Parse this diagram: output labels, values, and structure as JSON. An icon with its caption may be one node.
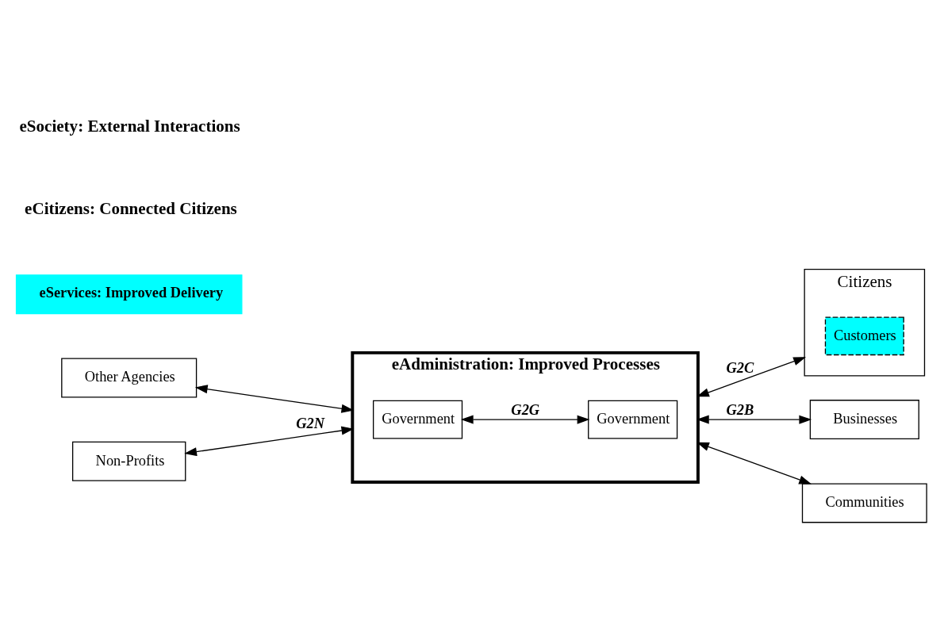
{
  "diagram": {
    "nodes": [
      {
        "text": [
          "Other Agencies"
        ]
      },
      {
        "text": [
          "eAdministration: Improved Processes"
        ]
      },
      {
        "text": [
          "Government"
        ],
        "in": 1
      },
      {
        "text": [
          "Government"
        ],
        "in": 1
      },
      {
        "text": [
          "Non-Profits"
        ]
      },
      {
        "text": [
          "Citizens"
        ]
      },
      {
        "text": [
          "Customers"
        ],
        "in": 5
      },
      {
        "text": [
          "Businesses"
        ]
      },
      {
        "text": [
          "Communities"
        ]
      },
      {
        "text": [
          "eServices: Improved Delivery"
        ]
      }
    ],
    "edges": [
      {
        "from": 0,
        "to": 1,
        "arrow": "both"
      },
      {
        "from": 4,
        "to": 1,
        "arrow": "both",
        "label": "G2N"
      },
      {
        "from": 1,
        "to": 5,
        "arrow": "both",
        "label": "G2C"
      },
      {
        "from": 2,
        "to": 3,
        "arrow": "both",
        "label": "G2G"
      },
      {
        "from": 1,
        "to": 7,
        "arrow": "both",
        "label": "G2B"
      },
      {
        "from": 1,
        "to": 8,
        "arrow": "both"
      }
    ],
    "labels": [
      "eCitizens: Connected Citizens",
      "eSociety: External Interactions"
    ]
  }
}
